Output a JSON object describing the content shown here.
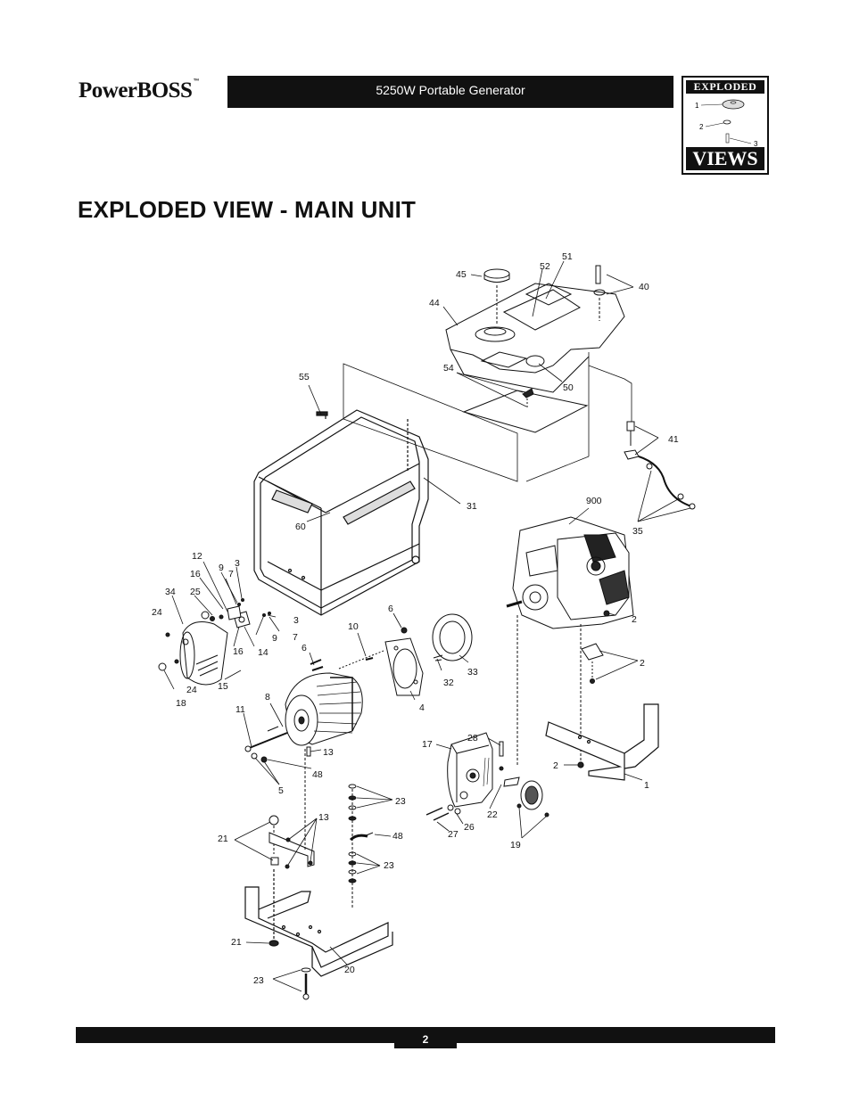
{
  "brand": {
    "name": "PowerBOSS",
    "tm": "™"
  },
  "header": {
    "product": "5250W Portable Generator"
  },
  "badge": {
    "top_text": "EXPLODED",
    "bottom_text": "VIEWS",
    "callouts": [
      "1",
      "2",
      "3"
    ]
  },
  "page_title": "EXPLODED VIEW - MAIN UNIT",
  "diagram": {
    "callouts": [
      {
        "id": "c45",
        "text": "45"
      },
      {
        "id": "c52",
        "text": "52"
      },
      {
        "id": "c51",
        "text": "51"
      },
      {
        "id": "c40",
        "text": "40"
      },
      {
        "id": "c44",
        "text": "44"
      },
      {
        "id": "c54",
        "text": "54"
      },
      {
        "id": "c50",
        "text": "50"
      },
      {
        "id": "c55",
        "text": "55"
      },
      {
        "id": "c41",
        "text": "41"
      },
      {
        "id": "c31",
        "text": "31"
      },
      {
        "id": "c900",
        "text": "900"
      },
      {
        "id": "c35",
        "text": "35"
      },
      {
        "id": "c60",
        "text": "60"
      },
      {
        "id": "c12",
        "text": "12"
      },
      {
        "id": "c9a",
        "text": "9"
      },
      {
        "id": "c3a",
        "text": "3"
      },
      {
        "id": "c16a",
        "text": "16"
      },
      {
        "id": "c7a",
        "text": "7"
      },
      {
        "id": "c34",
        "text": "34"
      },
      {
        "id": "c25",
        "text": "25"
      },
      {
        "id": "c24a",
        "text": "24"
      },
      {
        "id": "c3b",
        "text": "3"
      },
      {
        "id": "c9b",
        "text": "9"
      },
      {
        "id": "c7b",
        "text": "7"
      },
      {
        "id": "c16b",
        "text": "16"
      },
      {
        "id": "c14",
        "text": "14"
      },
      {
        "id": "c6a",
        "text": "6"
      },
      {
        "id": "c10",
        "text": "10"
      },
      {
        "id": "c2a",
        "text": "2"
      },
      {
        "id": "c6b",
        "text": "6"
      },
      {
        "id": "c24b",
        "text": "24"
      },
      {
        "id": "c15",
        "text": "15"
      },
      {
        "id": "c18",
        "text": "18"
      },
      {
        "id": "c32",
        "text": "32"
      },
      {
        "id": "c33",
        "text": "33"
      },
      {
        "id": "c2b",
        "text": "2"
      },
      {
        "id": "c8",
        "text": "8"
      },
      {
        "id": "c4",
        "text": "4"
      },
      {
        "id": "c11",
        "text": "11"
      },
      {
        "id": "c13a",
        "text": "13"
      },
      {
        "id": "c28",
        "text": "28"
      },
      {
        "id": "c17",
        "text": "17"
      },
      {
        "id": "c48a",
        "text": "48"
      },
      {
        "id": "c5",
        "text": "5"
      },
      {
        "id": "c2c",
        "text": "2"
      },
      {
        "id": "c1",
        "text": "1"
      },
      {
        "id": "c23a",
        "text": "23"
      },
      {
        "id": "c22",
        "text": "22"
      },
      {
        "id": "c26",
        "text": "26"
      },
      {
        "id": "c27",
        "text": "27"
      },
      {
        "id": "c19",
        "text": "19"
      },
      {
        "id": "c13b",
        "text": "13"
      },
      {
        "id": "c21a",
        "text": "21"
      },
      {
        "id": "c48b",
        "text": "48"
      },
      {
        "id": "c23b",
        "text": "23"
      },
      {
        "id": "c21b",
        "text": "21"
      },
      {
        "id": "c20",
        "text": "20"
      },
      {
        "id": "c23c",
        "text": "23"
      }
    ]
  },
  "footer": {
    "page_number": "2"
  }
}
